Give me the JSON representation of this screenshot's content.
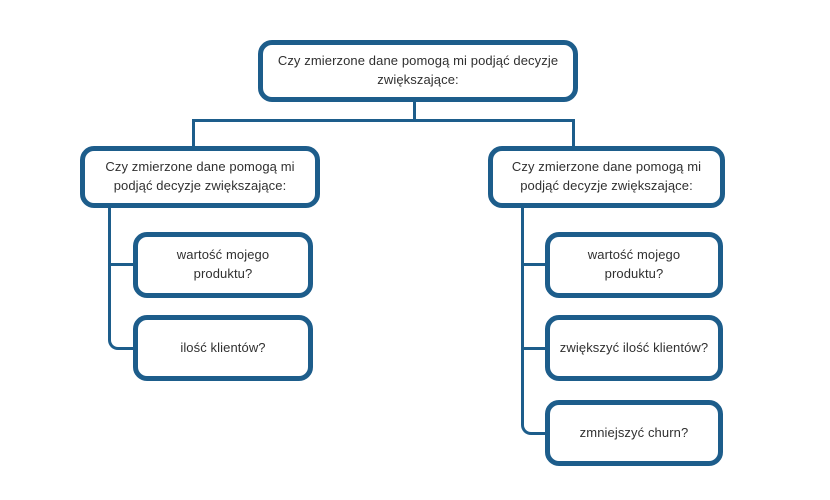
{
  "diagram": {
    "root": {
      "text": "Czy zmierzone dane pomogą mi podjąć decyzje zwiększające:"
    },
    "branches": [
      {
        "text": "Czy zmierzone dane pomogą mi podjąć decyzje zwiększające:",
        "children": [
          {
            "text": "wartość mojego produktu?"
          },
          {
            "text": "ilość klientów?"
          }
        ]
      },
      {
        "text": "Czy zmierzone dane pomogą mi podjąć decyzje zwiększające:",
        "children": [
          {
            "text": "wartość mojego produktu?"
          },
          {
            "text": "zwiększyć ilość klientów?"
          },
          {
            "text": "zmniejszyć churn?"
          }
        ]
      }
    ],
    "colors": {
      "node_border": "#1d5d8b",
      "connector": "#1d5d8b",
      "text": "#303030",
      "background": "#ffffff"
    }
  }
}
